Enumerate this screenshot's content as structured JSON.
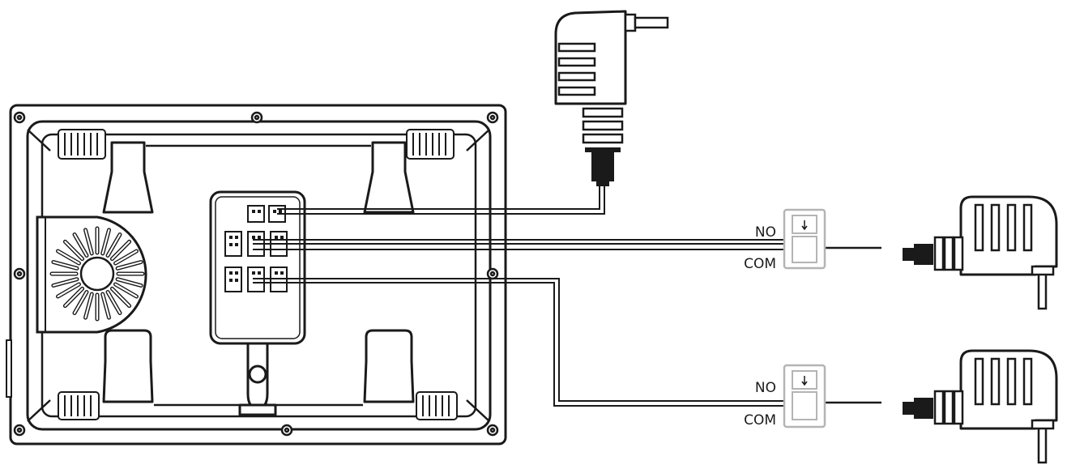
{
  "relays": [
    {
      "no_label": "NO",
      "com_label": "COM"
    },
    {
      "no_label": "NO",
      "com_label": "COM"
    }
  ],
  "colors": {
    "line": "#1a1a1a",
    "relay_outline": "#b4b4b4",
    "background": "#ffffff"
  }
}
